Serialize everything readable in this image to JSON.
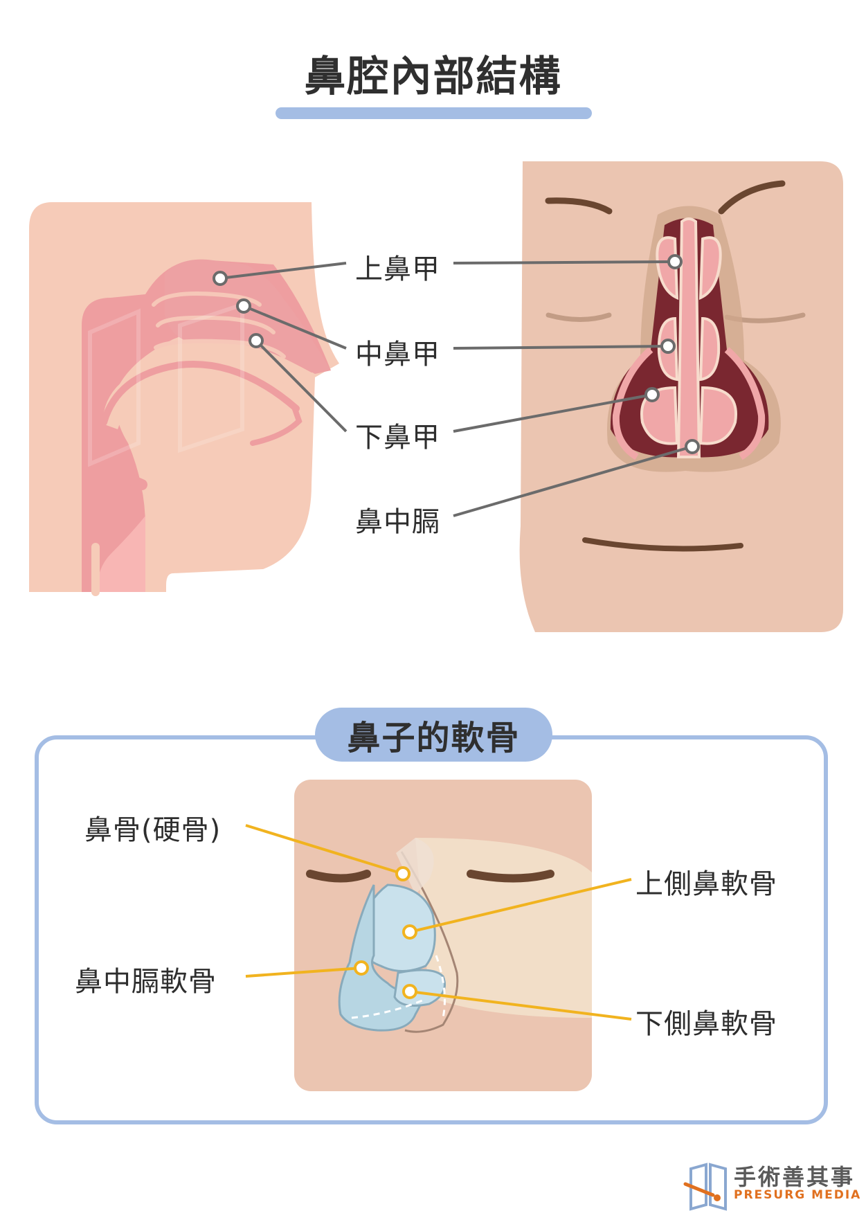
{
  "title": "鼻腔內部結構",
  "section1": {
    "labels": {
      "superior_turbinate": "上鼻甲",
      "middle_turbinate": "中鼻甲",
      "inferior_turbinate": "下鼻甲",
      "septum": "鼻中膈"
    }
  },
  "section2": {
    "heading": "鼻子的軟骨",
    "labels": {
      "nasal_bone": "鼻骨(硬骨)",
      "upper_lateral": "上側鼻軟骨",
      "septal_cartilage": "鼻中膈軟骨",
      "lower_lateral": "下側鼻軟骨"
    }
  },
  "brand": {
    "name_cn": "手術善其事",
    "name_en": "PRESURG MEDIA"
  },
  "colors": {
    "accent": "#a4bde4",
    "skin_side": "#f6cbb8",
    "skin_front": "#ebc5b1",
    "mucosa": "#ee9ea0",
    "cartilage": "#c9e1ec",
    "leader_orange": "#f1b31f",
    "leader_gray": "#6b6b6b"
  }
}
